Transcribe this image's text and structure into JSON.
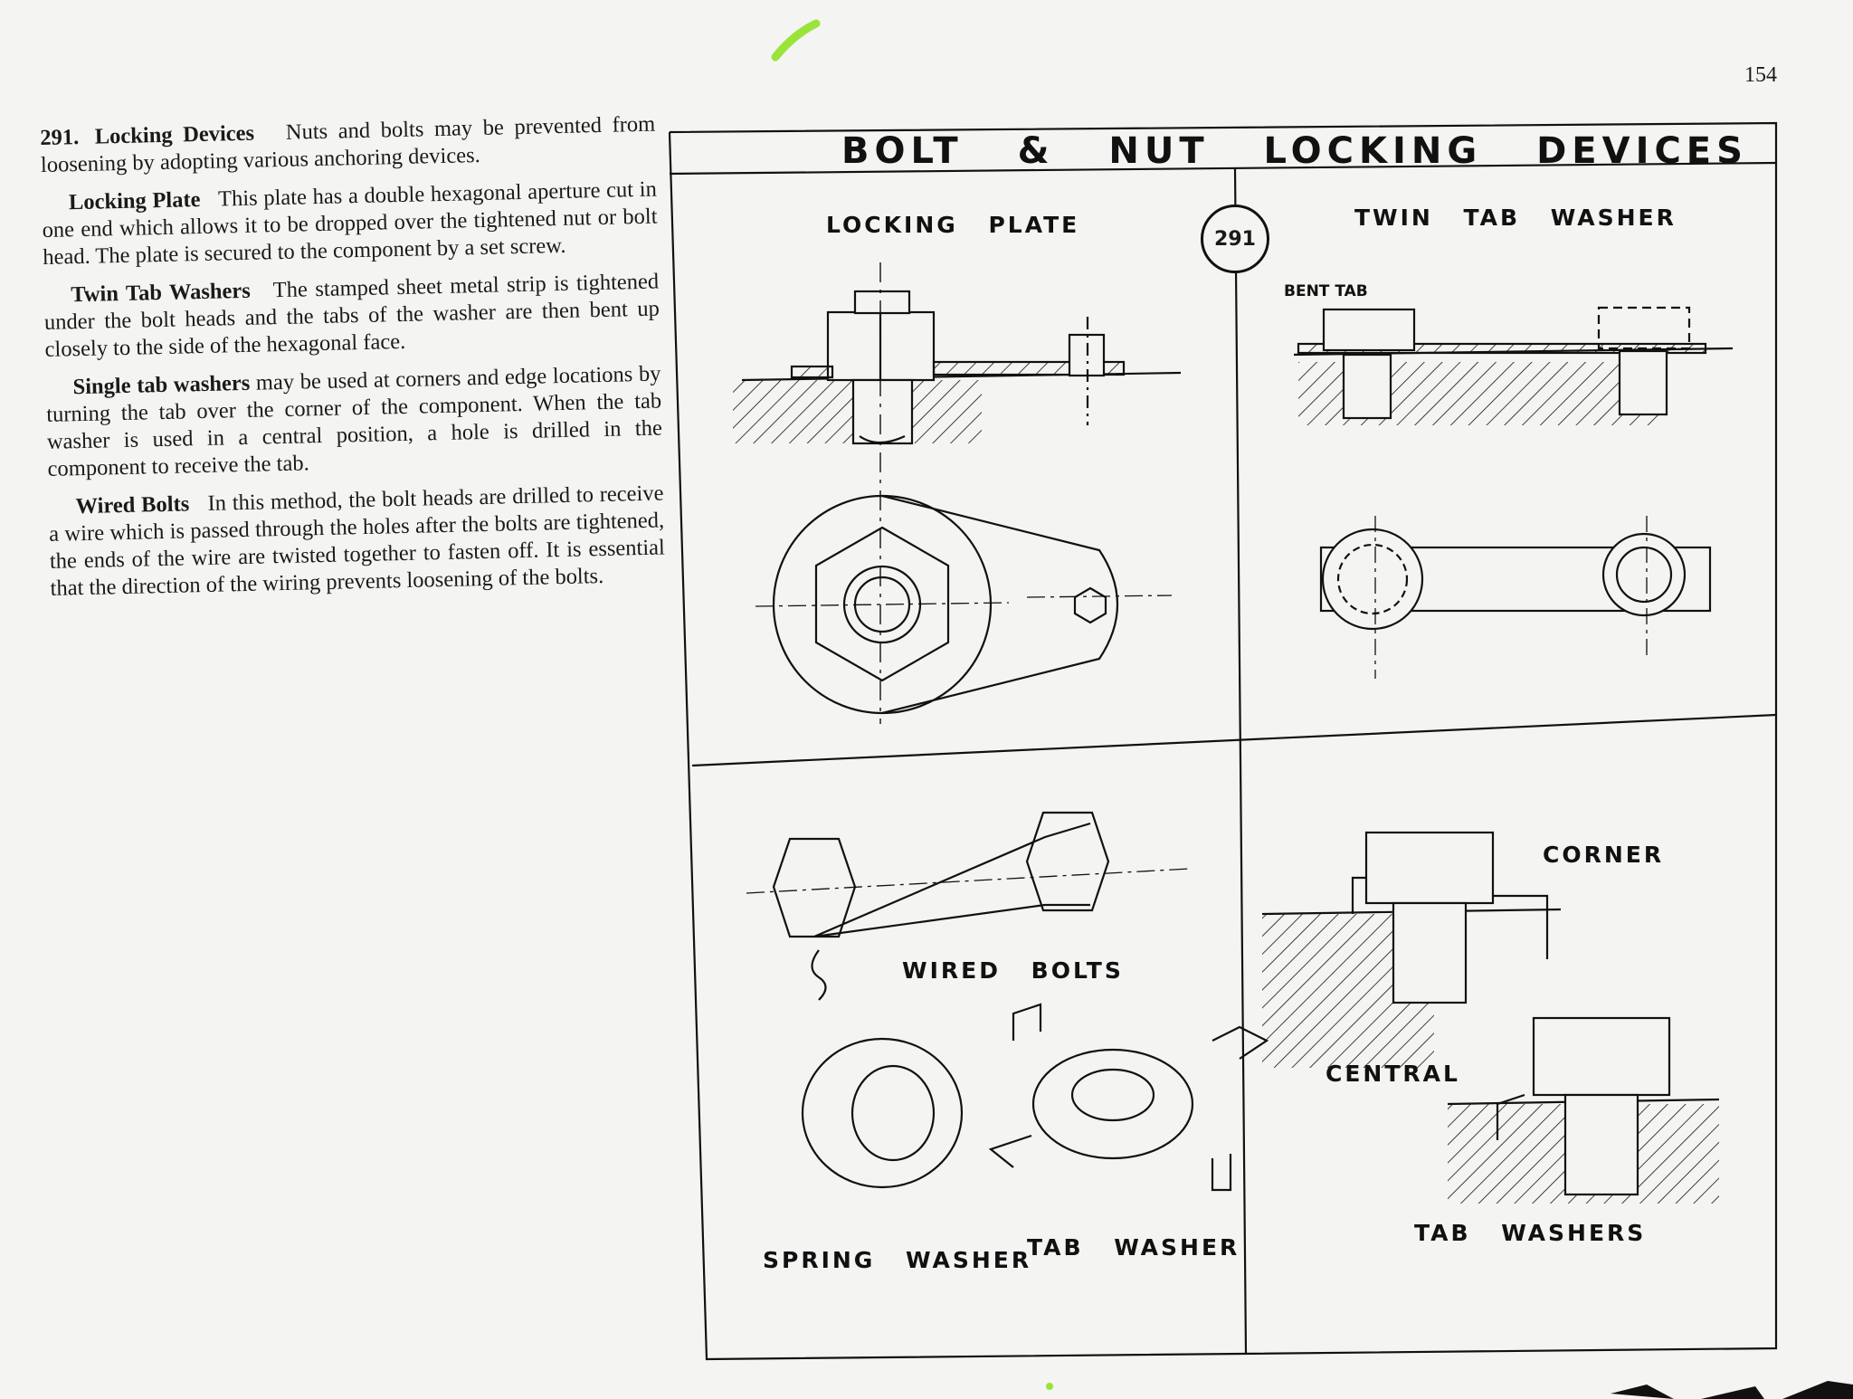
{
  "page": {
    "number": "154"
  },
  "text": {
    "section_number": "291.",
    "section_title": "Locking Devices",
    "section_intro": "Nuts and bolts may be prevented from loosening by adopting various anchoring devices.",
    "locking_plate_title": "Locking Plate",
    "locking_plate_body": "This plate has a double hexagonal aperture cut in one end which allows it to be dropped over the tightened nut or bolt head. The plate is secured to the component by a set screw.",
    "twin_tab_title": "Twin Tab Washers",
    "twin_tab_body": "The stamped sheet metal strip is tightened under the bolt heads and the tabs of the washer are then bent up closely to the side of the hexagonal face.",
    "single_tab_title": "Single tab washers",
    "single_tab_body": "may be used at corners and edge locations by turning the tab over the corner of the component. When the tab washer is used in a central position, a hole is drilled in the component to receive the tab.",
    "wired_bolts_title": "Wired Bolts",
    "wired_bolts_body": "In this method, the bolt heads are drilled to receive a wire which is passed through the holes after the bolts are tightened, the ends of the wire are twisted together to fasten off. It is essential that the direction of the wiring prevents loosening of the bolts."
  },
  "figure": {
    "title": "BOLT & NUT LOCKING DEVICES",
    "number": "291",
    "labels": {
      "locking_plate": "LOCKING PLATE",
      "twin_tab_washer": "TWIN TAB WASHER",
      "bent_tab": "BENT TAB",
      "wired_bolts": "WIRED BOLTS",
      "spring_washer": "SPRING WASHER",
      "tab_washer": "TAB WASHER",
      "corner": "CORNER",
      "central": "CENTRAL",
      "tab_washers": "TAB WASHERS"
    }
  },
  "colors": {
    "highlighter": "#9be33a",
    "ink": "#111111",
    "paper": "#f4f4f2"
  }
}
